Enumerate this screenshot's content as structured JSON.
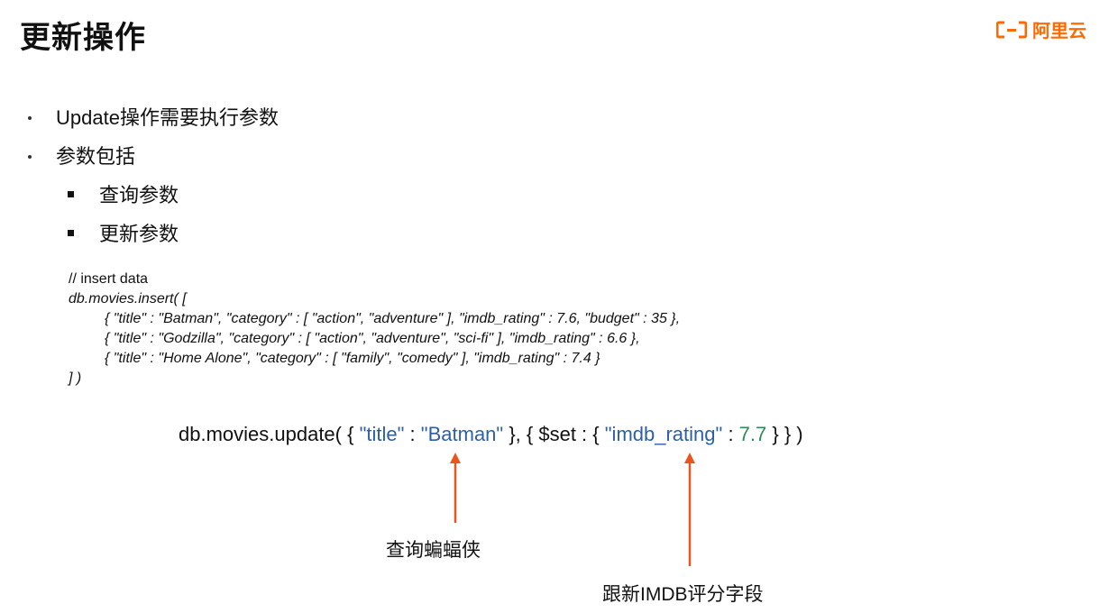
{
  "slide": {
    "title": "更新操作",
    "brand": "阿里云"
  },
  "bullets": [
    "Update操作需要执行参数",
    "参数包括"
  ],
  "sub_bullets": [
    "查询参数",
    "更新参数"
  ],
  "code_block": {
    "comment": "// insert data",
    "lines": [
      "db.movies.insert( [",
      "{ \"title\" : \"Batman\", \"category\" : [ \"action\", \"adventure\" ], \"imdb_rating\" : 7.6, \"budget\" : 35 },",
      "{ \"title\" : \"Godzilla\", \"category\" : [ \"action\", \"adventure\", \"sci-fi\" ], \"imdb_rating\" : 6.6 },",
      "{ \"title\" : \"Home Alone\", \"category\" : [ \"family\", \"comedy\" ], \"imdb_rating\" : 7.4 }",
      "] )"
    ]
  },
  "update_stmt": {
    "prefix": "db.movies.update( { ",
    "key1": "\"title\"",
    "sep1": " : ",
    "val1": "\"Batman\"",
    "mid": " }, { $set : { ",
    "key2": "\"imdb_rating\"",
    "sep2": " : ",
    "val2": "7.7",
    "suffix": " } } )"
  },
  "annotations": {
    "query_note": "查询蝙蝠侠",
    "update_note": "跟新IMDB评分字段"
  },
  "colors": {
    "brand": "#ff6a00",
    "key_blue": "#2e5fa6",
    "number_green": "#2e8b57",
    "arrow": "#e8561e"
  }
}
